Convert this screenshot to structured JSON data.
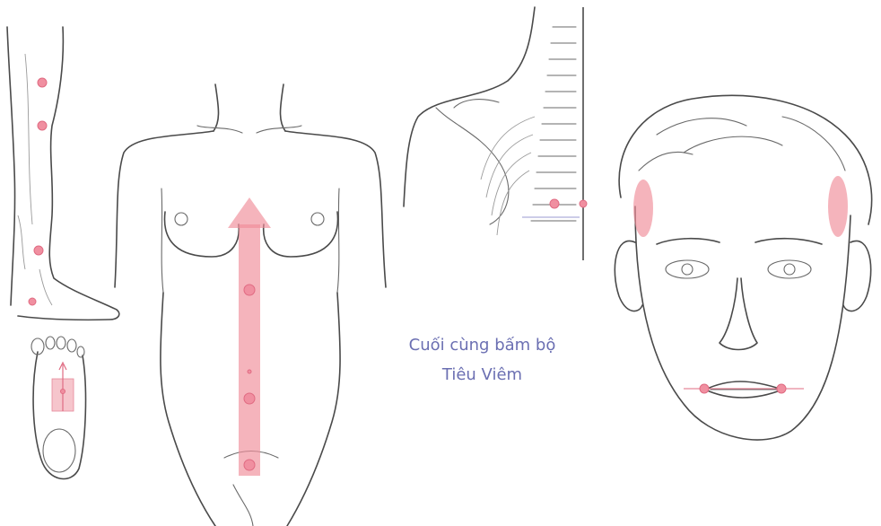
{
  "caption": {
    "line1": "Cuối cùng bấm bộ",
    "line2": "Tiêu Viêm"
  },
  "colors": {
    "marker": "#f08fa0",
    "caption_text": "#6b6fb2",
    "line_art": "#4a4a4a"
  },
  "figures": {
    "leg": {
      "points": 4
    },
    "foot_sole": {
      "points": 1
    },
    "torso": {
      "points": 4
    },
    "back_spine": {
      "points": 2
    },
    "face": {
      "zones": 2,
      "points": 2
    }
  }
}
